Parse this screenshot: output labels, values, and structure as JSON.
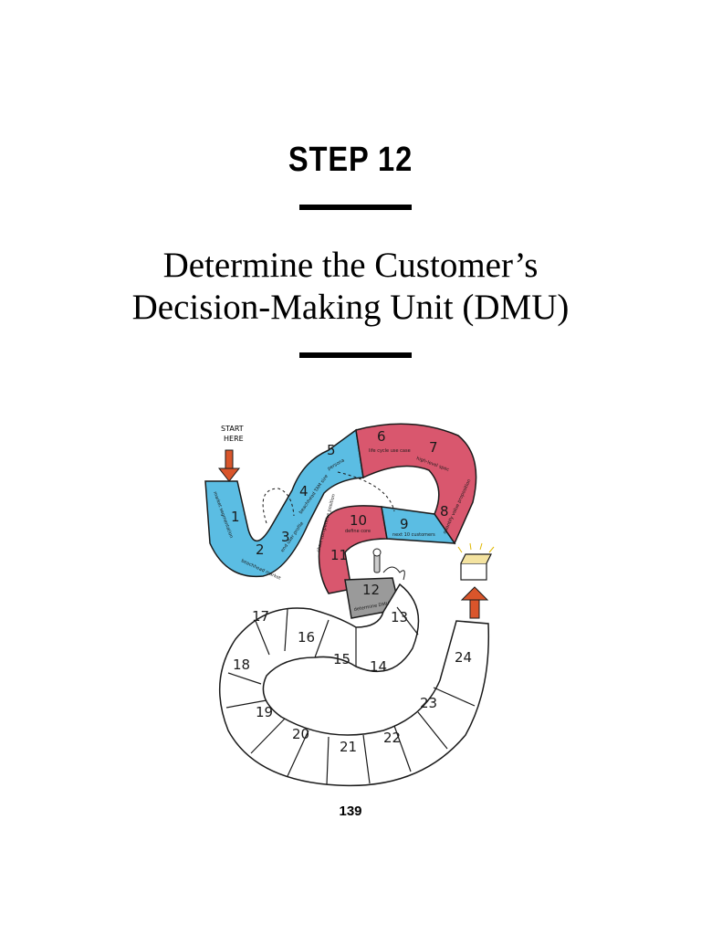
{
  "step_title": "STEP 12",
  "chapter_title": {
    "line1": "Determine the Customer’s",
    "line2": "Decision-Making Unit (DMU)"
  },
  "board": {
    "start_label_1": "START",
    "start_label_2": "HERE",
    "spaces": [
      {
        "number": "1",
        "caption": "market segmentation"
      },
      {
        "number": "2",
        "caption": "beachhead market"
      },
      {
        "number": "3",
        "caption": "end user profile"
      },
      {
        "number": "4",
        "caption": "beachhead TAM size"
      },
      {
        "number": "5",
        "caption": "persona"
      },
      {
        "number": "6",
        "caption": "life cycle use case"
      },
      {
        "number": "7",
        "caption": "high-level spec"
      },
      {
        "number": "8",
        "caption": "quantify value proposition"
      },
      {
        "number": "9",
        "caption": "next 10 customers"
      },
      {
        "number": "10",
        "caption": "define core"
      },
      {
        "number": "11",
        "caption": "chart competitive position"
      },
      {
        "number": "12",
        "caption": "determine DMU"
      },
      {
        "number": "13"
      },
      {
        "number": "14"
      },
      {
        "number": "15"
      },
      {
        "number": "16"
      },
      {
        "number": "17"
      },
      {
        "number": "18"
      },
      {
        "number": "19"
      },
      {
        "number": "20"
      },
      {
        "number": "21"
      },
      {
        "number": "22"
      },
      {
        "number": "23"
      },
      {
        "number": "24"
      }
    ],
    "colors": {
      "blue": "#5bbde3",
      "red": "#d9576e",
      "gray": "#9a9a9a",
      "arrow": "#d9552b",
      "outline": "#1a1a1a"
    }
  },
  "page_number": "139"
}
